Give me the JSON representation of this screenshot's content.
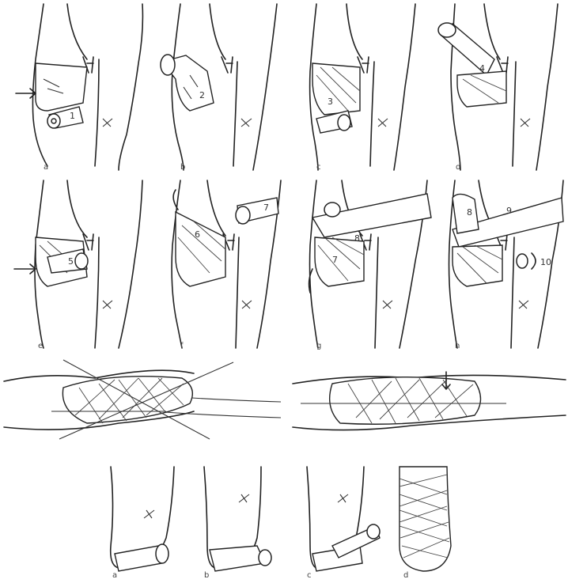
{
  "panel_letters_top": [
    "a",
    "b",
    "c",
    "d",
    "e",
    "f",
    "g",
    "h"
  ],
  "step_numbers": [
    "1",
    "2",
    "3",
    "4",
    "5",
    "6",
    "7",
    "8",
    "7",
    "8",
    "9",
    "10"
  ],
  "panel_letters_bottom": [
    "a",
    "b",
    "c",
    "d"
  ]
}
